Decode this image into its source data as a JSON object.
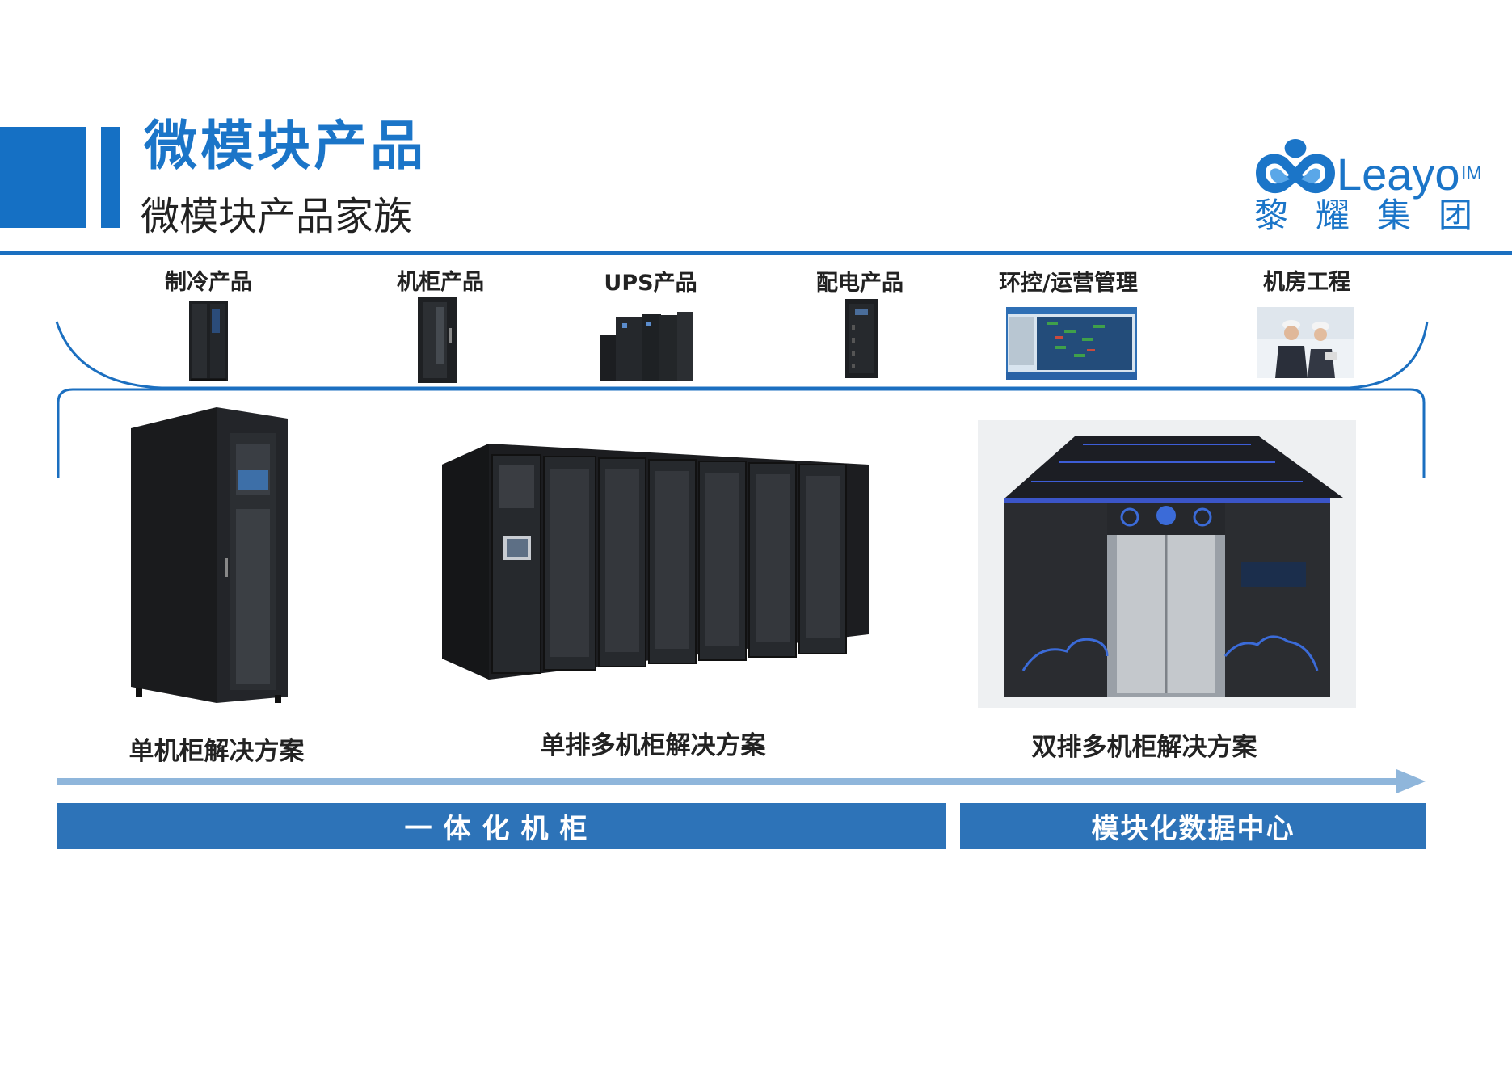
{
  "header": {
    "title": "微模块产品",
    "subtitle": "微模块产品家族"
  },
  "logo": {
    "name": "Leayo",
    "tm": "IM",
    "cn": "黎耀集团",
    "accent_color": "#1b75c8"
  },
  "products": [
    {
      "label": "制冷产品",
      "icon": "cooling-unit"
    },
    {
      "label": "机柜产品",
      "icon": "rack-cabinet"
    },
    {
      "label": "UPS产品",
      "icon": "ups-system"
    },
    {
      "label": "配电产品",
      "icon": "power-distribution-cabinet"
    },
    {
      "label": "环控/运营管理",
      "icon": "monitoring-screen"
    },
    {
      "label": "机房工程",
      "icon": "engineers-photo"
    }
  ],
  "solutions": [
    {
      "label": "单机柜解决方案"
    },
    {
      "label": "单排多机柜解决方案"
    },
    {
      "label": "双排多机柜解决方案"
    }
  ],
  "bars": {
    "integrated": "一体化机柜",
    "modular": "模块化数据中心"
  },
  "colors": {
    "primary": "#1570c4",
    "bar": "#2d73b8",
    "arrow": "#8fb6db"
  }
}
